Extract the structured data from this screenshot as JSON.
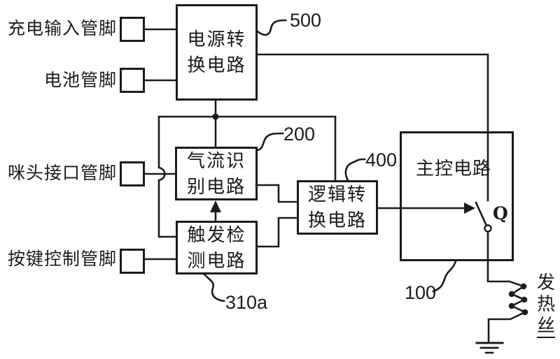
{
  "pins": {
    "charge": {
      "label": "充电输入管脚"
    },
    "battery": {
      "label": "电池管脚"
    },
    "mic": {
      "label": "咪头接口管脚"
    },
    "button": {
      "label": "按键控制管脚"
    }
  },
  "blocks": {
    "power": {
      "line1": "电源转",
      "line2": "换电路",
      "ref": "500"
    },
    "airflow": {
      "line1": "气流识",
      "line2": "别电路",
      "ref": "200"
    },
    "trigger": {
      "line1": "触发检",
      "line2": "测电路",
      "ref": "310a"
    },
    "logic": {
      "line1": "逻辑转",
      "line2": "换电路",
      "ref": "400"
    },
    "main": {
      "label": "主控电路",
      "ref": "100"
    }
  },
  "components": {
    "switch_label": "Q",
    "heater": {
      "char1": "发",
      "char2": "热",
      "char3": "丝"
    }
  },
  "colors": {
    "line": "#1b1b1b",
    "background": "#ffffff"
  }
}
